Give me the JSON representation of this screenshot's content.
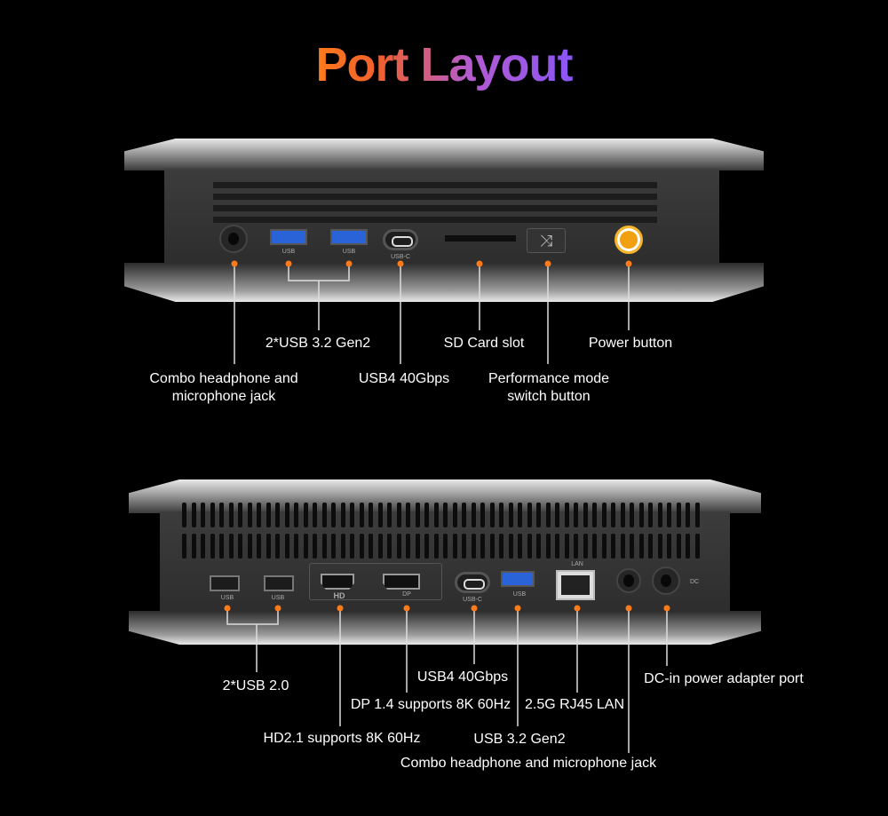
{
  "title": "Port Layout",
  "colors": {
    "accent": "#ff7a1a",
    "title_start": "#ff7a1a",
    "title_end": "#8a55f5",
    "dot": "#ff7a1a"
  },
  "front": {
    "port_labels": {
      "usb1": "USB",
      "usb2": "USB",
      "usbc": "USB-C"
    },
    "callouts": {
      "usb32": "2*USB 3.2 Gen2",
      "sd": "SD Card slot",
      "power": "Power button",
      "headphone_line1": "Combo headphone and",
      "headphone_line2": "microphone jack",
      "usb4": "USB4 40Gbps",
      "perf_line1": "Performance mode",
      "perf_line2": "switch button"
    }
  },
  "rear": {
    "port_labels": {
      "usb1": "USB",
      "usb2": "USB",
      "hd": "HD",
      "dp": "DP",
      "usbc": "USB-C",
      "usb3": "USB",
      "lan": "LAN",
      "dc": "DC"
    },
    "callouts": {
      "usb20": "2*USB 2.0",
      "usb4": "USB4 40Gbps",
      "dc": "DC-in power adapter port",
      "dp": "DP 1.4 supports 8K 60Hz",
      "lan": "2.5G RJ45 LAN",
      "hd": "HD2.1 supports 8K 60Hz",
      "usb32": "USB 3.2 Gen2",
      "combo": "Combo headphone and microphone jack"
    }
  }
}
